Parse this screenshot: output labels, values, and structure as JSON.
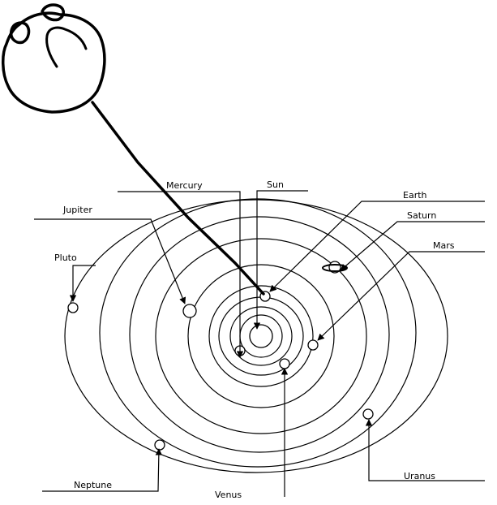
{
  "labels": {
    "mercury": "Mercury",
    "sun": "Sun",
    "earth": "Earth",
    "jupiter": "Jupiter",
    "saturn": "Saturn",
    "mars": "Mars",
    "pluto": "Pluto",
    "neptune": "Neptune",
    "venus": "Venus",
    "uranus": "Uranus"
  },
  "colors": {
    "ink": "#000000",
    "paper": "#ffffff"
  },
  "icons": {
    "hand": "hand-holding-string-icon",
    "saturn": "ringed-planet-icon"
  }
}
